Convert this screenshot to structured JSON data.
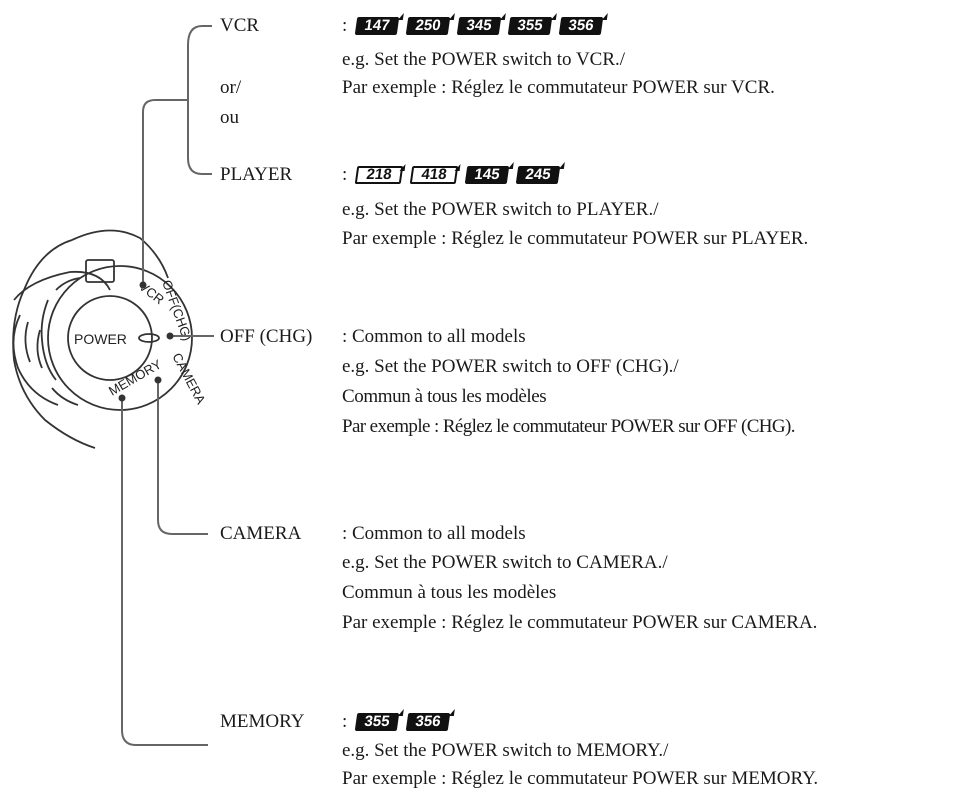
{
  "dial": {
    "center_label": "POWER",
    "ring_labels": [
      "VCR",
      "OFF(CHG)",
      "CAMERA",
      "MEMORY"
    ]
  },
  "modes": [
    {
      "name": "VCR",
      "colon": ":",
      "badges": [
        {
          "text": "147",
          "style": "solid"
        },
        {
          "text": "250",
          "style": "solid"
        },
        {
          "text": "345",
          "style": "solid"
        },
        {
          "text": "355",
          "style": "solid"
        },
        {
          "text": "356",
          "style": "solid"
        }
      ],
      "lines": [
        "e.g. Set the POWER switch to VCR./",
        "Par exemple : Réglez le commutateur POWER sur VCR."
      ]
    },
    {
      "name": "PLAYER",
      "colon": ":",
      "badges": [
        {
          "text": "218",
          "style": "outline"
        },
        {
          "text": "418",
          "style": "outline"
        },
        {
          "text": "145",
          "style": "solid"
        },
        {
          "text": "245",
          "style": "solid"
        }
      ],
      "lines": [
        "e.g. Set the POWER switch to PLAYER./",
        "Par exemple : Réglez le commutateur POWER sur PLAYER."
      ]
    },
    {
      "name": "OFF (CHG)",
      "colon": ":",
      "head": "Common to all models",
      "lines": [
        "e.g. Set the POWER switch to OFF (CHG)./",
        "Commun à tous les modèles",
        "Par exemple : Réglez le commutateur POWER sur OFF (CHG)."
      ]
    },
    {
      "name": "CAMERA",
      "colon": ":",
      "head": "Common to all models",
      "lines": [
        "e.g. Set the POWER switch to CAMERA./",
        "Commun à tous les modèles",
        "Par exemple : Réglez le commutateur POWER sur CAMERA."
      ]
    },
    {
      "name": "MEMORY",
      "colon": ":",
      "badges": [
        {
          "text": "355",
          "style": "solid"
        },
        {
          "text": "356",
          "style": "solid"
        }
      ],
      "lines": [
        "e.g. Set the POWER switch to MEMORY./",
        "Par exemple : Réglez le commutateur POWER sur MEMORY."
      ]
    }
  ],
  "or_text": [
    "or/",
    "ou"
  ]
}
